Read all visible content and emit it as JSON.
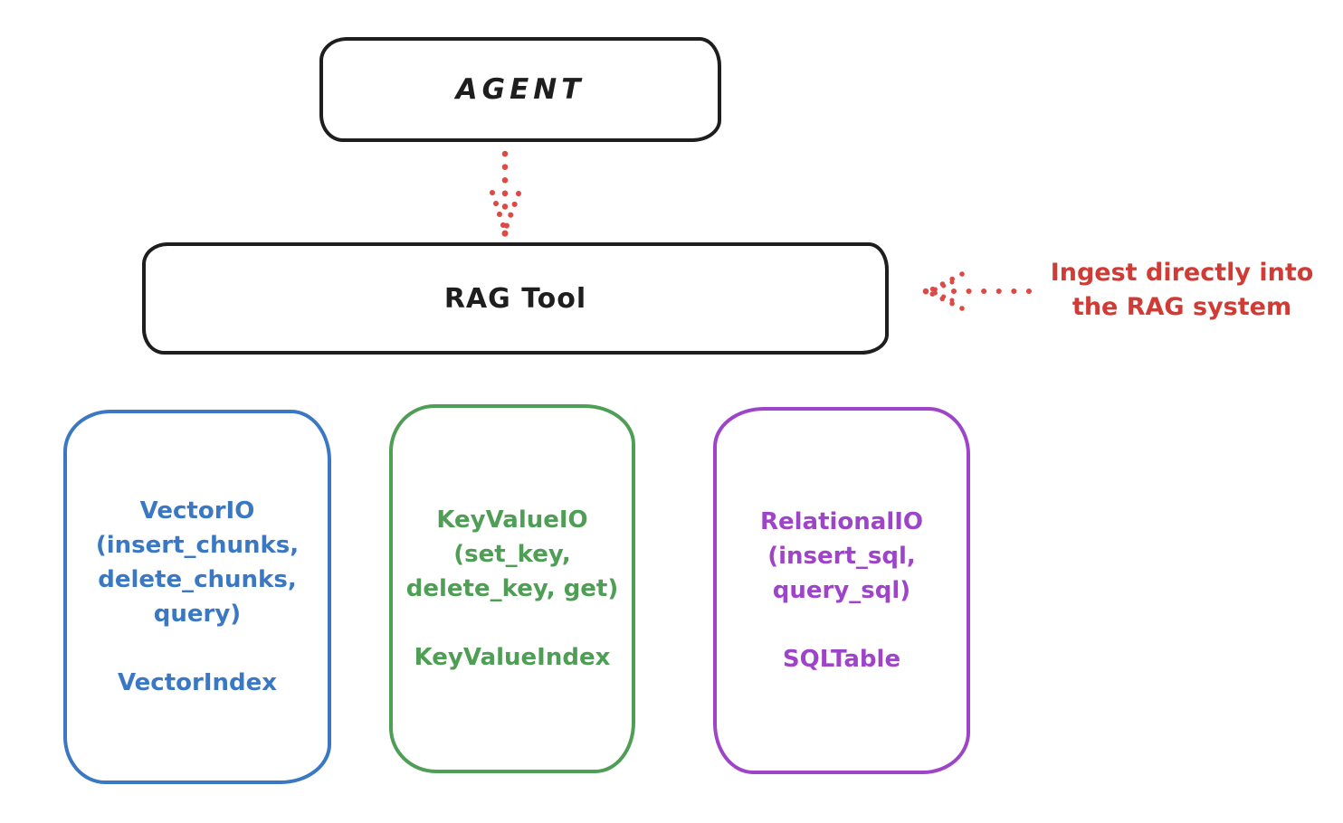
{
  "diagram": {
    "background": "#ffffff",
    "stroke_black": "#1e1e1e",
    "agent": {
      "label": "AGENT"
    },
    "rag_tool": {
      "label": "RAG Tool"
    },
    "annotation": {
      "lines": [
        "Ingest directly into",
        "the RAG system"
      ],
      "color": "#d03b35"
    },
    "providers": [
      {
        "id": "vector-io",
        "color": "#3b78c4",
        "method_lines": [
          "VectorIO",
          "(insert_chunks,",
          "delete_chunks,",
          "query)"
        ],
        "index_label": "VectorIndex"
      },
      {
        "id": "keyvalue-io",
        "color": "#4f9e55",
        "method_lines": [
          "KeyValueIO",
          "(set_key,",
          "delete_key, get)"
        ],
        "index_label": "KeyValueIndex"
      },
      {
        "id": "relational-io",
        "color": "#9e44c8",
        "method_lines": [
          "RelationalIO",
          "(insert_sql,",
          "query_sql)"
        ],
        "index_label": "SQLTable"
      }
    ],
    "arrows": {
      "agent_to_rag": {
        "style": "dotted",
        "color": "#dd4a44",
        "direction": "down"
      },
      "ingest": {
        "style": "dotted",
        "color": "#dd4a44",
        "direction": "left"
      }
    }
  }
}
